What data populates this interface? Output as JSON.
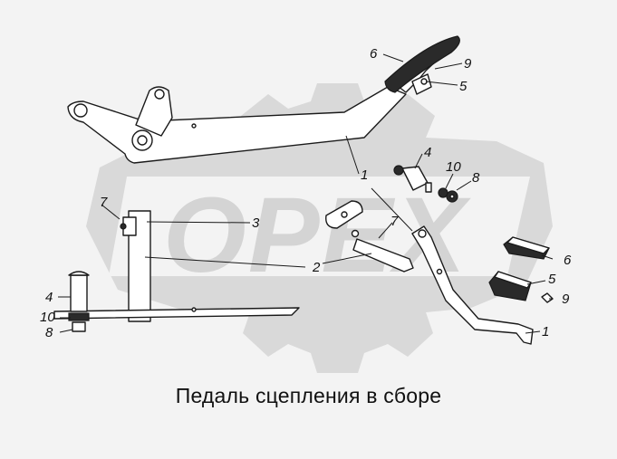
{
  "caption": "Педаль сцепления в сборе",
  "watermark": "ОРЕХ",
  "callouts": {
    "c6_top": "6",
    "c9_top": "9",
    "c5_top": "5",
    "c1_upper": "1",
    "c4_mid": "4",
    "c10_mid": "10",
    "c8_mid": "8",
    "c7_left": "7",
    "c3": "3",
    "c7_mid": "7",
    "c2": "2",
    "c6_right": "6",
    "c5_right": "5",
    "c9_right": "9",
    "c1_lower": "1",
    "c4_left": "4",
    "c10_left": "10",
    "c8_left": "8"
  },
  "colors": {
    "background": "#f3f3f3",
    "watermark": "#d4d4d4",
    "line": "#1a1a1a"
  }
}
